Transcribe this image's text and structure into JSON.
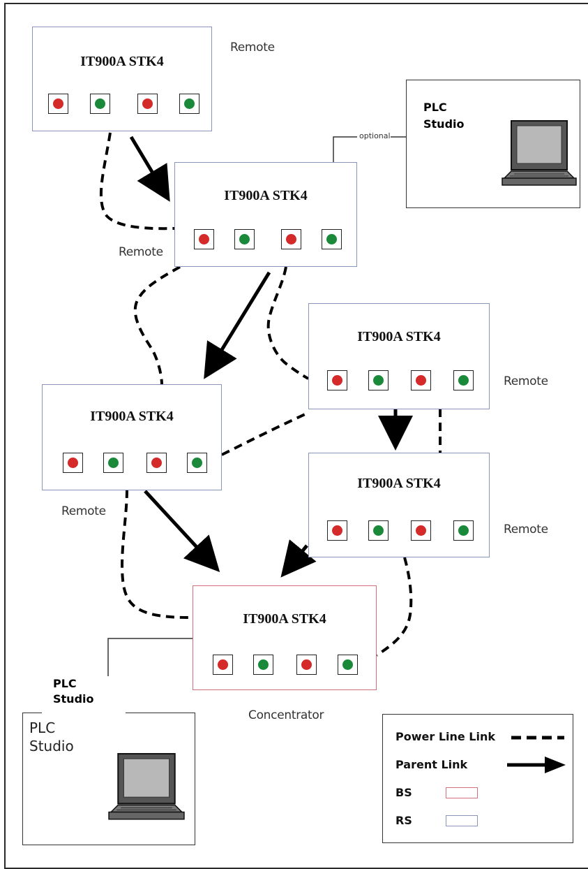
{
  "nodes": [
    {
      "title": "IT900A STK4",
      "role": "Remote",
      "kind": "RS"
    },
    {
      "title": "IT900A STK4",
      "role": "Remote",
      "kind": "RS"
    },
    {
      "title": "IT900A STK4",
      "role": "Remote",
      "kind": "RS"
    },
    {
      "title": "IT900A STK4",
      "role": "Remote",
      "kind": "RS"
    },
    {
      "title": "IT900A STK4",
      "role": "Remote",
      "kind": "RS"
    },
    {
      "title": "IT900A STK4",
      "role": "Concentrator",
      "kind": "BS"
    }
  ],
  "led_pattern": [
    "red",
    "green",
    "red",
    "green"
  ],
  "pc_top": {
    "label_line1": "PLC",
    "label_line2": "Studio",
    "connector_label": "optional"
  },
  "pc_bottom": {
    "bold_line1": "PLC",
    "bold_line2": "Studio",
    "plain_line1": "PLC",
    "plain_line2": "Studio"
  },
  "legend": {
    "power_line": "Power Line Link",
    "parent": "Parent Link",
    "bs": "BS",
    "rs": "RS"
  },
  "colors": {
    "led_red": "#d42a2a",
    "led_green": "#1a8a3a",
    "bs_border": "#d07078",
    "rs_border": "#8a94b8"
  }
}
